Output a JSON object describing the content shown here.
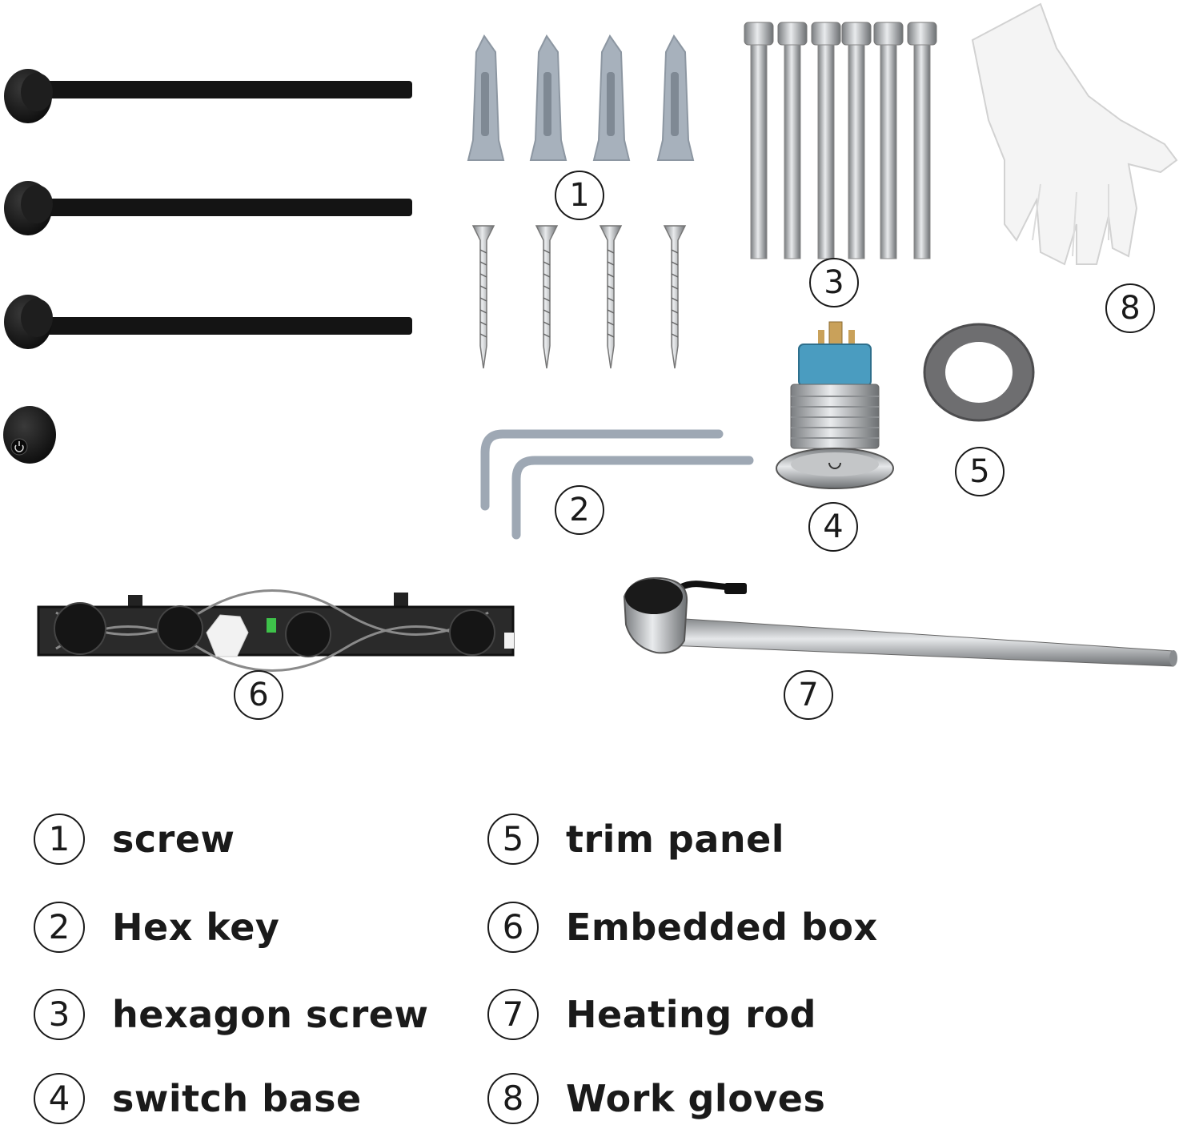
{
  "callouts": [
    "1",
    "2",
    "3",
    "4",
    "5",
    "6",
    "7",
    "8"
  ],
  "legend": [
    {
      "num": "1",
      "label": "screw"
    },
    {
      "num": "2",
      "label": "Hex key"
    },
    {
      "num": "3",
      "label": "hexagon screw"
    },
    {
      "num": "4",
      "label": "switch base"
    },
    {
      "num": "5",
      "label": "trim panel"
    },
    {
      "num": "6",
      "label": "Embedded box"
    },
    {
      "num": "7",
      "label": "Heating rod"
    },
    {
      "num": "8",
      "label": "Work gloves"
    }
  ],
  "colors": {
    "rod_black": "#141414",
    "anchor_gray": "#a7b1bc",
    "steel": "#b9bcbf",
    "switch_blue": "#4a9cc0",
    "ring_gray": "#6e6e70",
    "glove_white": "#f4f4f4"
  }
}
